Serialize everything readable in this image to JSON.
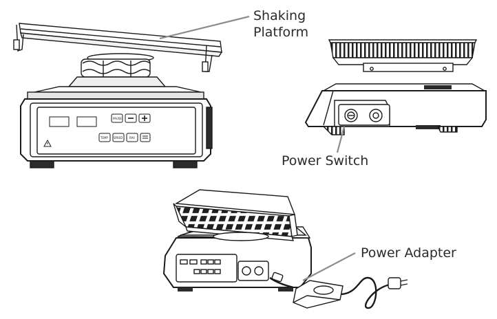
{
  "callouts": {
    "shaking_platform": [
      "Shaking",
      "Platform"
    ],
    "power_switch": "Power Switch",
    "power_adapter": "Power Adapter"
  },
  "control_panel": {
    "buttons": [
      "PAUSE",
      "TEMP",
      "SPEED",
      "RAV"
    ]
  },
  "colors": {
    "line": "#1a1a1a",
    "leader": "#8c8c8c",
    "dark_fill": "#2b2b2b"
  },
  "icons": [
    "warning-icon",
    "minus-icon",
    "plus-icon",
    "timer-icon",
    "power-switch-knob",
    "dc-inlet"
  ]
}
